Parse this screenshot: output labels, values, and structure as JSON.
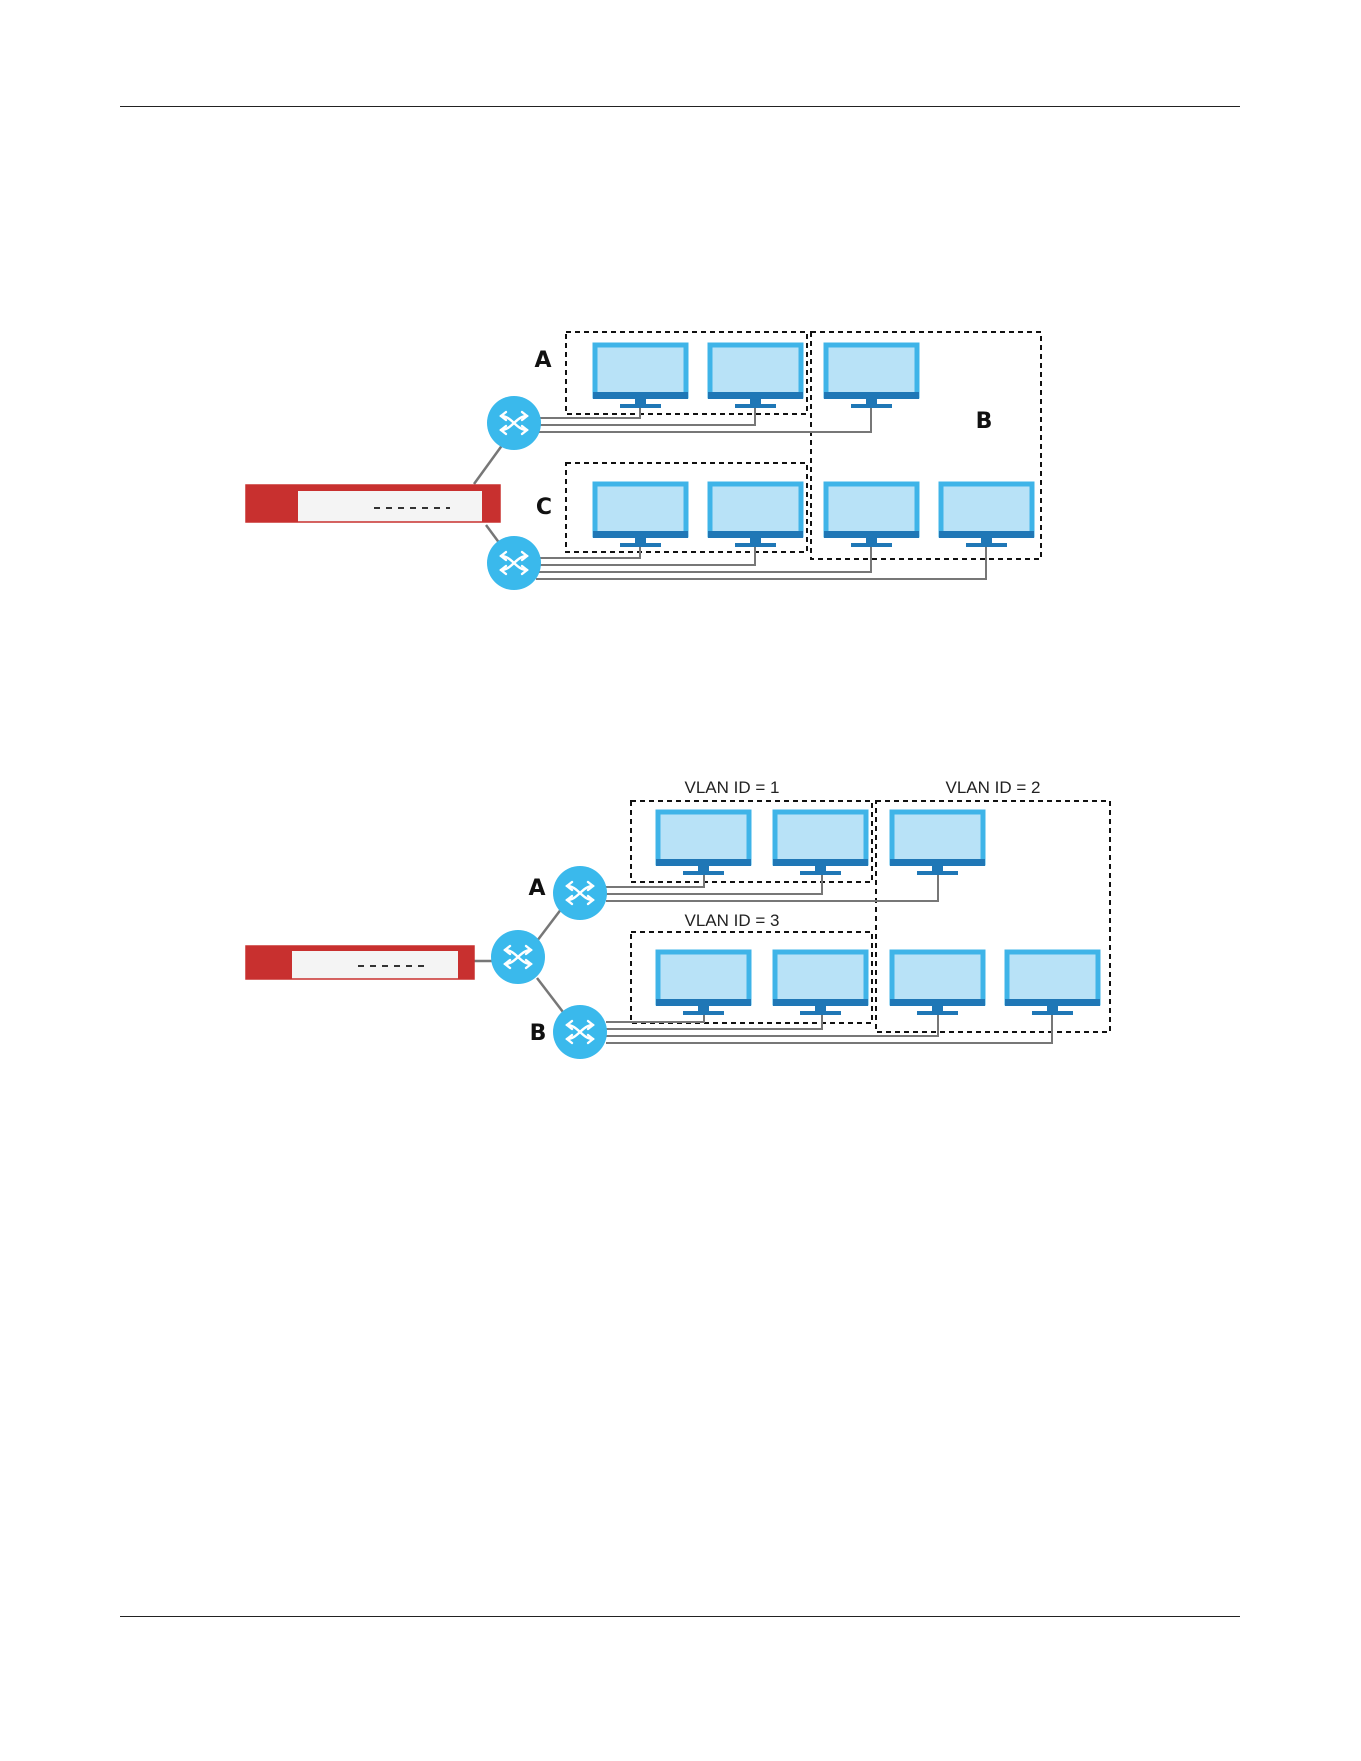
{
  "colors": {
    "device_red": "#c8302f",
    "device_body": "#f4f4f4",
    "switch_blue": "#3ab9ec",
    "monitor_frame": "#3fb4e8",
    "monitor_screen": "#b8e2f7",
    "monitor_stand": "#1f77b6",
    "cable": "#777777"
  },
  "icons": {
    "firewall": "firewall-device-icon",
    "switch": "network-switch-icon",
    "computer": "computer-monitor-icon"
  },
  "diagram1": {
    "labels": {
      "group_a": "A",
      "group_b": "B",
      "group_c": "C"
    }
  },
  "diagram2": {
    "labels": {
      "switch_a": "A",
      "switch_b": "B",
      "vlan1": "VLAN ID = 1",
      "vlan2": "VLAN ID = 2",
      "vlan3": "VLAN ID = 3"
    }
  }
}
